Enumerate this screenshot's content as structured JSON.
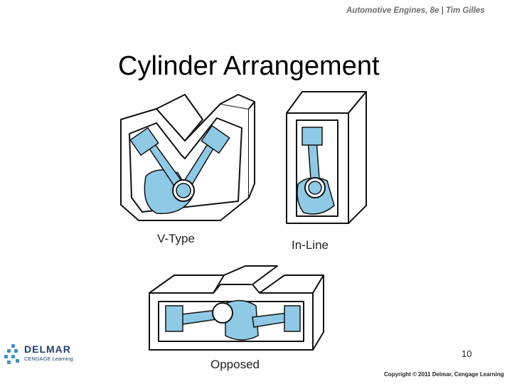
{
  "header": {
    "book": "Automotive Engines, 8e  |  Tim Gilles"
  },
  "slide": {
    "title": "Cylinder Arrangement",
    "page_number": "10",
    "copyright": "Copyright © 2011 Delmar, Cengage Learning"
  },
  "diagrams": {
    "v_type_label": "V-Type",
    "in_line_label": "In-Line",
    "opposed_label": "Opposed"
  },
  "logo": {
    "name": "DELMAR",
    "sub": "CENGAGE Learning"
  },
  "colors": {
    "part_blue": "#8ecae6",
    "outline": "#111111",
    "block_fill": "#ffffff"
  }
}
